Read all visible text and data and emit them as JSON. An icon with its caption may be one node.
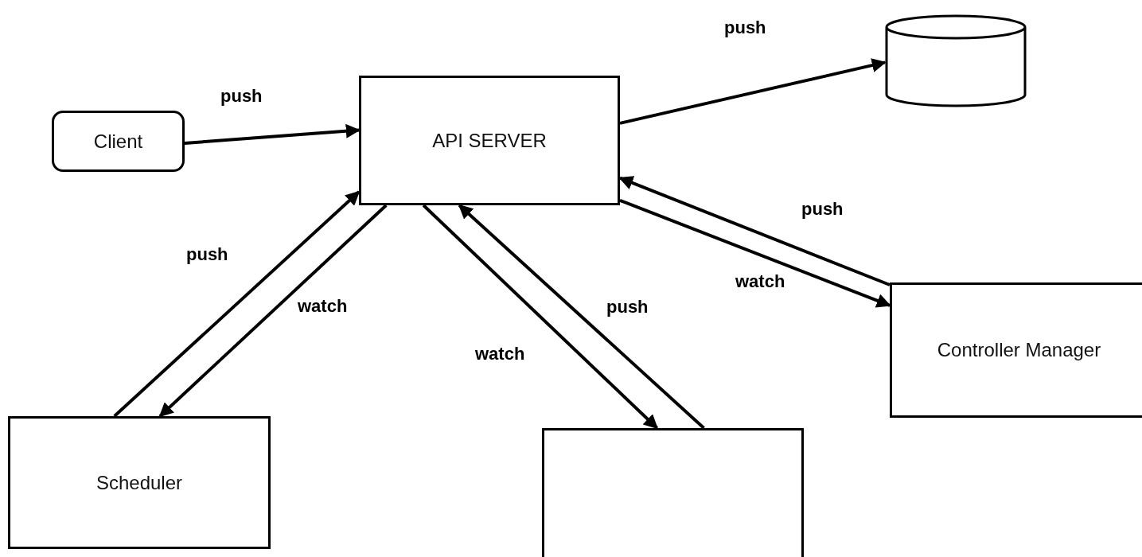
{
  "diagram": {
    "nodes": [
      {
        "text": [
          "Client"
        ]
      },
      {
        "text": [
          "API SERVER"
        ]
      },
      {
        "text": [],
        "shape": "cylinder"
      },
      {
        "text": [
          "Scheduler"
        ]
      },
      {
        "text": [],
        "shape": "box"
      },
      {
        "text": [
          "Controller Manager"
        ]
      }
    ],
    "edges": [
      {
        "from": 0,
        "to": 1,
        "arrow": "to",
        "label": "push"
      },
      {
        "from": 1,
        "to": 2,
        "arrow": "to",
        "label": "push"
      },
      {
        "from": 3,
        "to": 1,
        "arrow": "to",
        "label": "push"
      },
      {
        "from": 1,
        "to": 3,
        "arrow": "to",
        "label": "watch"
      },
      {
        "from": 1,
        "to": 4,
        "arrow": "to",
        "label": "watch"
      },
      {
        "from": 4,
        "to": 1,
        "arrow": "to",
        "label": "push"
      },
      {
        "from": 5,
        "to": 1,
        "arrow": "to",
        "label": "push"
      },
      {
        "from": 1,
        "to": 5,
        "arrow": "to",
        "label": "watch"
      }
    ]
  }
}
